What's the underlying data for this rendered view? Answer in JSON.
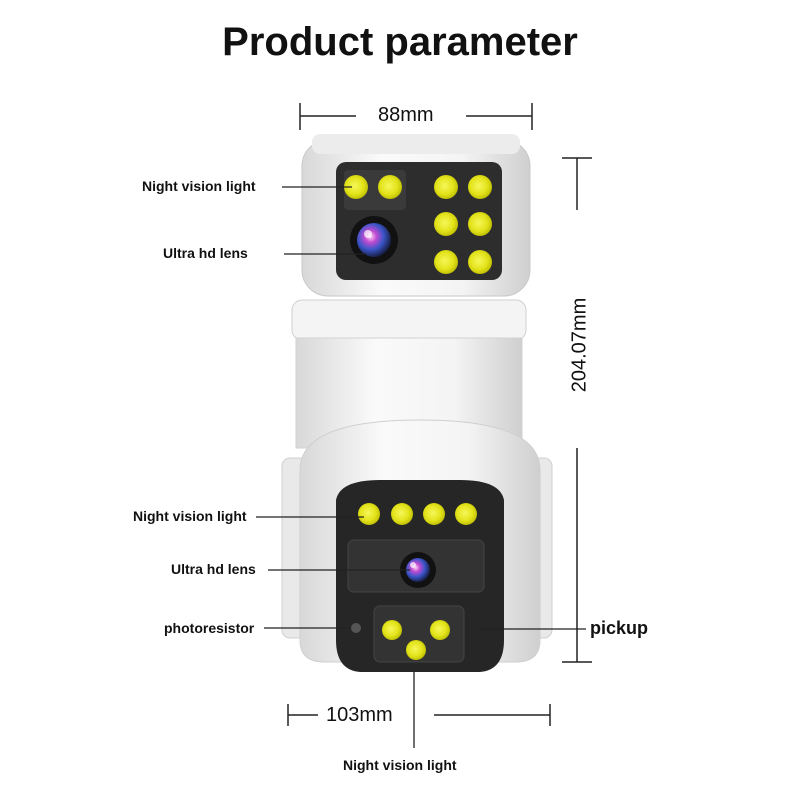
{
  "title": "Product parameter",
  "dimensions": {
    "top_width": "88mm",
    "height": "204.07mm",
    "bottom_width": "103mm"
  },
  "labels": {
    "top_night_vision": "Night vision light",
    "top_lens": "Ultra hd lens",
    "mid_night_vision": "Night vision light",
    "mid_lens": "Ultra hd lens",
    "photoresistor": "photoresistor",
    "pickup": "pickup",
    "bottom_night_vision": "Night vision light"
  },
  "colors": {
    "led_yellow": "#e6e619",
    "body_white": "#f2f2f2",
    "panel_dark": "#2a2a2a"
  }
}
